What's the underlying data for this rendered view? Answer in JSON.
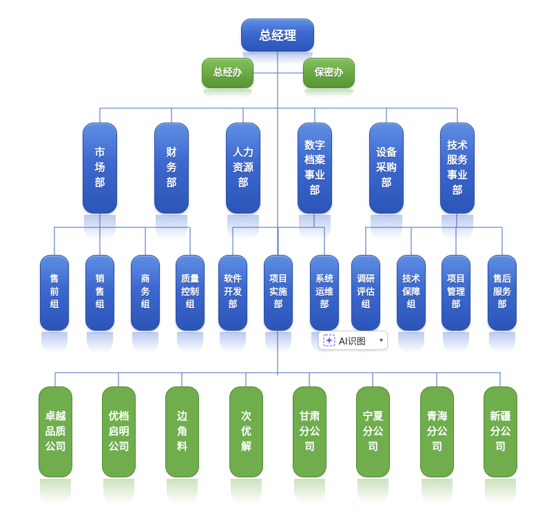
{
  "org": {
    "top": {
      "label": "总经理"
    },
    "assistants": [
      {
        "label": "总经办"
      },
      {
        "label": "保密办"
      }
    ],
    "departments": [
      {
        "label": "市\n场\n部"
      },
      {
        "label": "财\n务\n部"
      },
      {
        "label": "人力\n资源\n部"
      },
      {
        "label": "数字\n档案\n事业\n部"
      },
      {
        "label": "设备\n采购\n部"
      },
      {
        "label": "技术\n服务\n事业\n部"
      }
    ],
    "groups": [
      {
        "label": "售\n前\n组"
      },
      {
        "label": "销\n售\n组"
      },
      {
        "label": "商\n务\n组"
      },
      {
        "label": "质量\n控制\n组"
      },
      {
        "label": "软件\n开发\n部"
      },
      {
        "label": "项目\n实施\n部"
      },
      {
        "label": "系统\n运维\n部"
      },
      {
        "label": "调研\n评估\n组"
      },
      {
        "label": "技术\n保障\n组"
      },
      {
        "label": "项目\n管理\n部"
      },
      {
        "label": "售后\n服务\n部"
      }
    ],
    "branches": [
      {
        "label": "卓越\n品质\n公司"
      },
      {
        "label": "优档\n启明\n公司"
      },
      {
        "label": "边\n角\n料"
      },
      {
        "label": "次\n优\n解"
      },
      {
        "label": "甘肃\n分公\n司"
      },
      {
        "label": "宁夏\n分公\n司"
      },
      {
        "label": "青海\n分公\n司"
      },
      {
        "label": "新疆\n分公\n司"
      }
    ]
  },
  "ai_button": {
    "label": "AI识图",
    "icon": "sparkle-icon",
    "chevron": "chevron-down-icon"
  },
  "colors": {
    "blue": "#3c68cf",
    "green": "#6aaa43",
    "line": "#6b87c9"
  }
}
